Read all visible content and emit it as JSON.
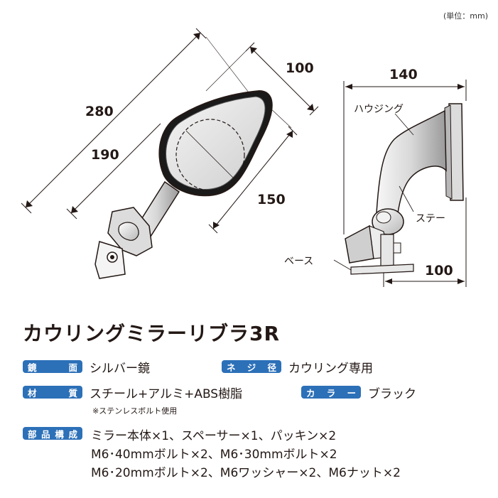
{
  "unit_label": "(単位：mm)",
  "dimensions": {
    "front_total": "280",
    "front_inner": "190",
    "front_mirror_width": "100",
    "front_mirror_length": "150",
    "side_width": "140",
    "side_base": "100"
  },
  "callouts": {
    "housing": "ハウジング",
    "stay": "ステー",
    "base": "ベース"
  },
  "product_title": "カウリングミラーリブラ3R",
  "specs": {
    "mirror_face": {
      "label": [
        "鏡",
        "面"
      ],
      "value": "シルバー鏡"
    },
    "thread": {
      "label": [
        "ネ",
        "ジ",
        "径"
      ],
      "value": "カウリング専用"
    },
    "material": {
      "label": [
        "材",
        "質"
      ],
      "value": "スチール+アルミ+ABS樹脂",
      "note": "※ステンレスボルト使用"
    },
    "color": {
      "label": [
        "カ",
        "ラ",
        "ー"
      ],
      "value": "ブラック"
    },
    "parts": {
      "label": [
        "部",
        "品",
        "構",
        "成"
      ],
      "lines": [
        "ミラー本体×1、スペーサー×1、パッキン×2",
        "M6･40mmボルト×2、M6･30mmボルト×2",
        "M6･20mmボルト×2、M6ワッシャー×2、M6ナット×2"
      ]
    }
  },
  "colors": {
    "badge": "#2c70b8",
    "text": "#231815"
  }
}
